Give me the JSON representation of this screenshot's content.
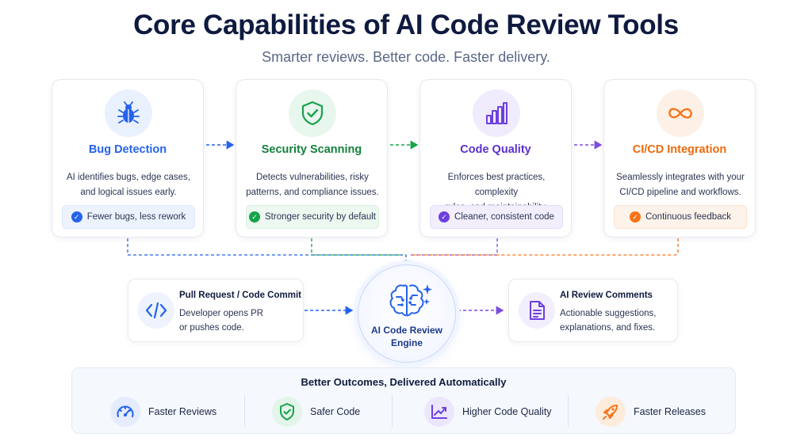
{
  "header": {
    "title": "Core Capabilities of AI Code Review Tools",
    "subtitle": "Smarter reviews. Better code. Faster delivery."
  },
  "capabilities": [
    {
      "title": "Bug Detection",
      "icon": "bug-icon",
      "desc_lines": [
        "AI identifies bugs, edge cases,",
        "and logical issues early."
      ],
      "badge": "Fewer bugs, less rework",
      "accent": "#2563eb",
      "tint": "#e9f0fe",
      "badge_bg": "#edf3fe"
    },
    {
      "title": "Security Scanning",
      "icon": "shield-check-icon",
      "desc_lines": [
        "Detects vulnerabilities, risky",
        "patterns, and compliance issues."
      ],
      "badge": "Stronger security by default",
      "accent": "#16a34a",
      "tint": "#e8f7ee",
      "badge_bg": "#ecf8f0"
    },
    {
      "title": "Code Quality",
      "icon": "bar-chart-icon",
      "desc_lines": [
        "Enforces best practices, complexity",
        "rules, and maintainability."
      ],
      "badge": "Cleaner, consistent code",
      "accent": "#6d3fe0",
      "tint": "#f0ebfd",
      "badge_bg": "#f2eefd"
    },
    {
      "title": "CI/CD Integration",
      "icon": "infinity-icon",
      "desc_lines": [
        "Seamlessly integrates with your",
        "CI/CD pipeline and workflows."
      ],
      "badge": "Continuous feedback",
      "accent": "#f97316",
      "tint": "#fdf0e6",
      "badge_bg": "#fef3ea"
    }
  ],
  "flow": {
    "input": {
      "title": "Pull Request / Code Commit",
      "desc_lines": [
        "Developer opens PR",
        "or pushes code."
      ],
      "icon": "code-icon"
    },
    "engine": {
      "label_lines": [
        "AI Code Review",
        "Engine"
      ],
      "icon": "brain-circuit-icon"
    },
    "output": {
      "title": "AI Review Comments",
      "desc_lines": [
        "Actionable suggestions,",
        "explanations, and fixes."
      ],
      "icon": "document-icon"
    }
  },
  "outcomes": {
    "title": "Better Outcomes, Delivered Automatically",
    "items": [
      {
        "label": "Faster Reviews",
        "icon": "speedometer-icon",
        "accent": "#2563eb",
        "tint": "#e4ecfd"
      },
      {
        "label": "Safer Code",
        "icon": "shield-check-icon",
        "accent": "#16a34a",
        "tint": "#e3f5ea"
      },
      {
        "label": "Higher Code Quality",
        "icon": "trend-up-icon",
        "accent": "#6d3fe0",
        "tint": "#ece6fc"
      },
      {
        "label": "Faster Releases",
        "icon": "rocket-icon",
        "accent": "#f97316",
        "tint": "#fdebdc"
      }
    ]
  },
  "colors": {
    "primary": "#2563eb",
    "text_dark": "#0e1a3f",
    "muted": "#5a6786"
  }
}
